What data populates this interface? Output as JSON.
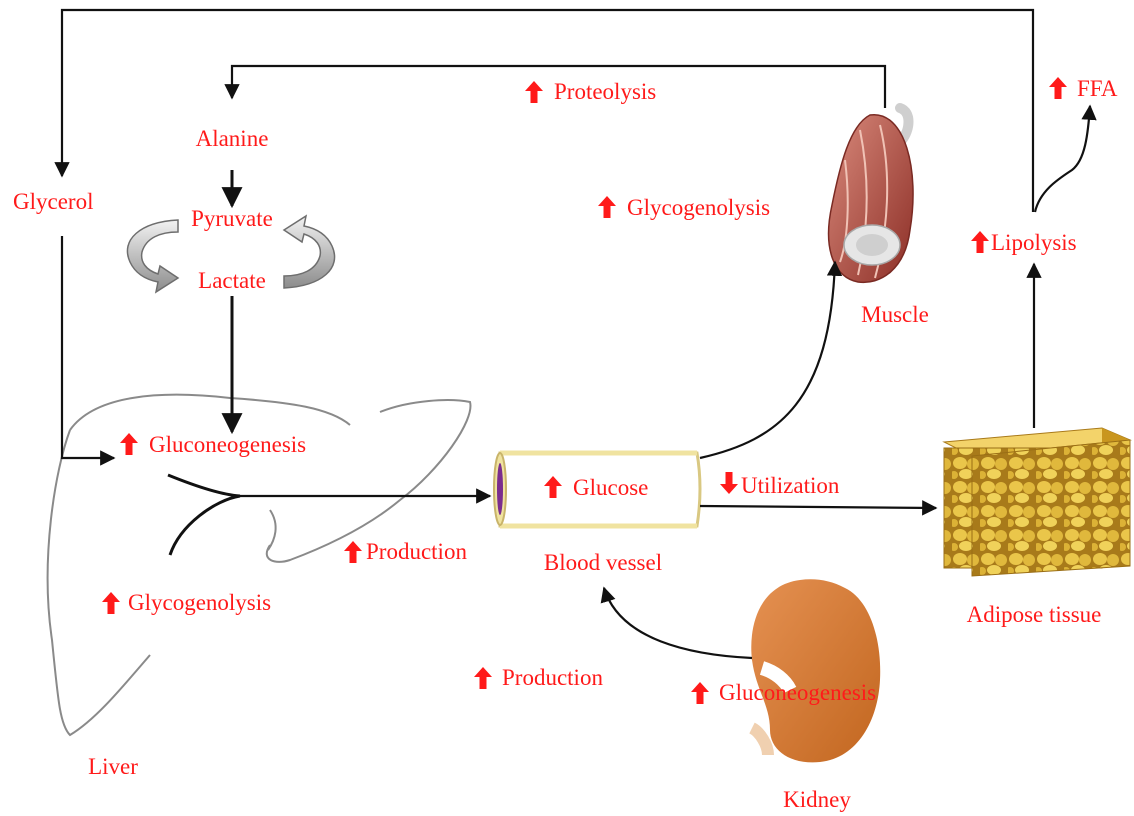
{
  "labels": {
    "glycerol": "Glycerol",
    "alanine": "Alanine",
    "pyruvate": "Pyruvate",
    "lactate": "Lactate",
    "proteolysis": "Proteolysis",
    "glycogenolysis_muscle": "Glycogenolysis",
    "muscle": "Muscle",
    "ffa": "FFA",
    "lipolysis": "Lipolysis",
    "gluconeogenesis_liver": "Gluconeogenesis",
    "glycogenolysis_liver": "Glycogenolysis",
    "production_liver": "Production",
    "liver": "Liver",
    "glucose": "Glucose",
    "blood_vessel": "Blood vessel",
    "utilization": "Utilization",
    "adipose_tissue": "Adipose tissue",
    "production_kidney": "Production",
    "gluconeogenesis_kidney": "Gluconeogenesis",
    "kidney": "Kidney"
  },
  "colors": {
    "label": "#ff1a1a",
    "arrow": "#111111",
    "increase_marker": "#ff1a1a",
    "decrease_marker": "#ff1a1a",
    "kidney": "#d8782c",
    "adipose": "#e2b83a",
    "muscle": "#b5524a",
    "vessel": "#f4e9b0",
    "vessel_lumen": "#7b2d8e"
  }
}
